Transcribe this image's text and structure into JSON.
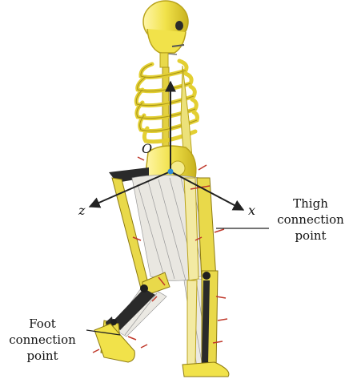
{
  "axes": {
    "origin_label": "O",
    "x_label": "x",
    "z_label": "z"
  },
  "labels": {
    "thigh": [
      "Thigh",
      "connection",
      "point"
    ],
    "foot": [
      "Foot",
      "connection",
      "point"
    ]
  },
  "colors": {
    "bone": "#f1e24a",
    "bone_edge": "#b9a31b",
    "muscle": "#e9e7e1",
    "muscle_edge": "#9a9a9a",
    "joint": "#1f1f1f",
    "marker": "#c0392b",
    "origin_dot": "#2e8bd8",
    "axis": "#222222"
  }
}
